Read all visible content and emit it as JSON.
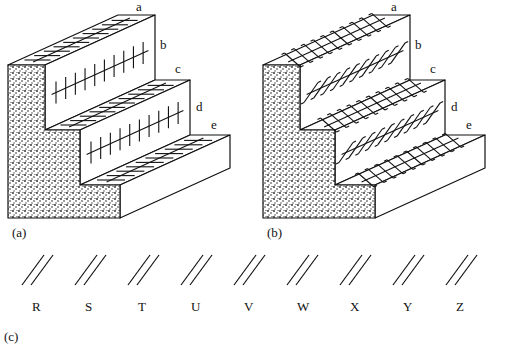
{
  "diagram": {
    "labels": [
      "(a)",
      "a",
      "b",
      "c",
      "d",
      "e",
      "(b)",
      "a",
      "b",
      "c",
      "d",
      "e",
      "(c)",
      "R",
      "S",
      "T",
      "U",
      "V",
      "W",
      "X",
      "Y",
      "Z"
    ]
  }
}
